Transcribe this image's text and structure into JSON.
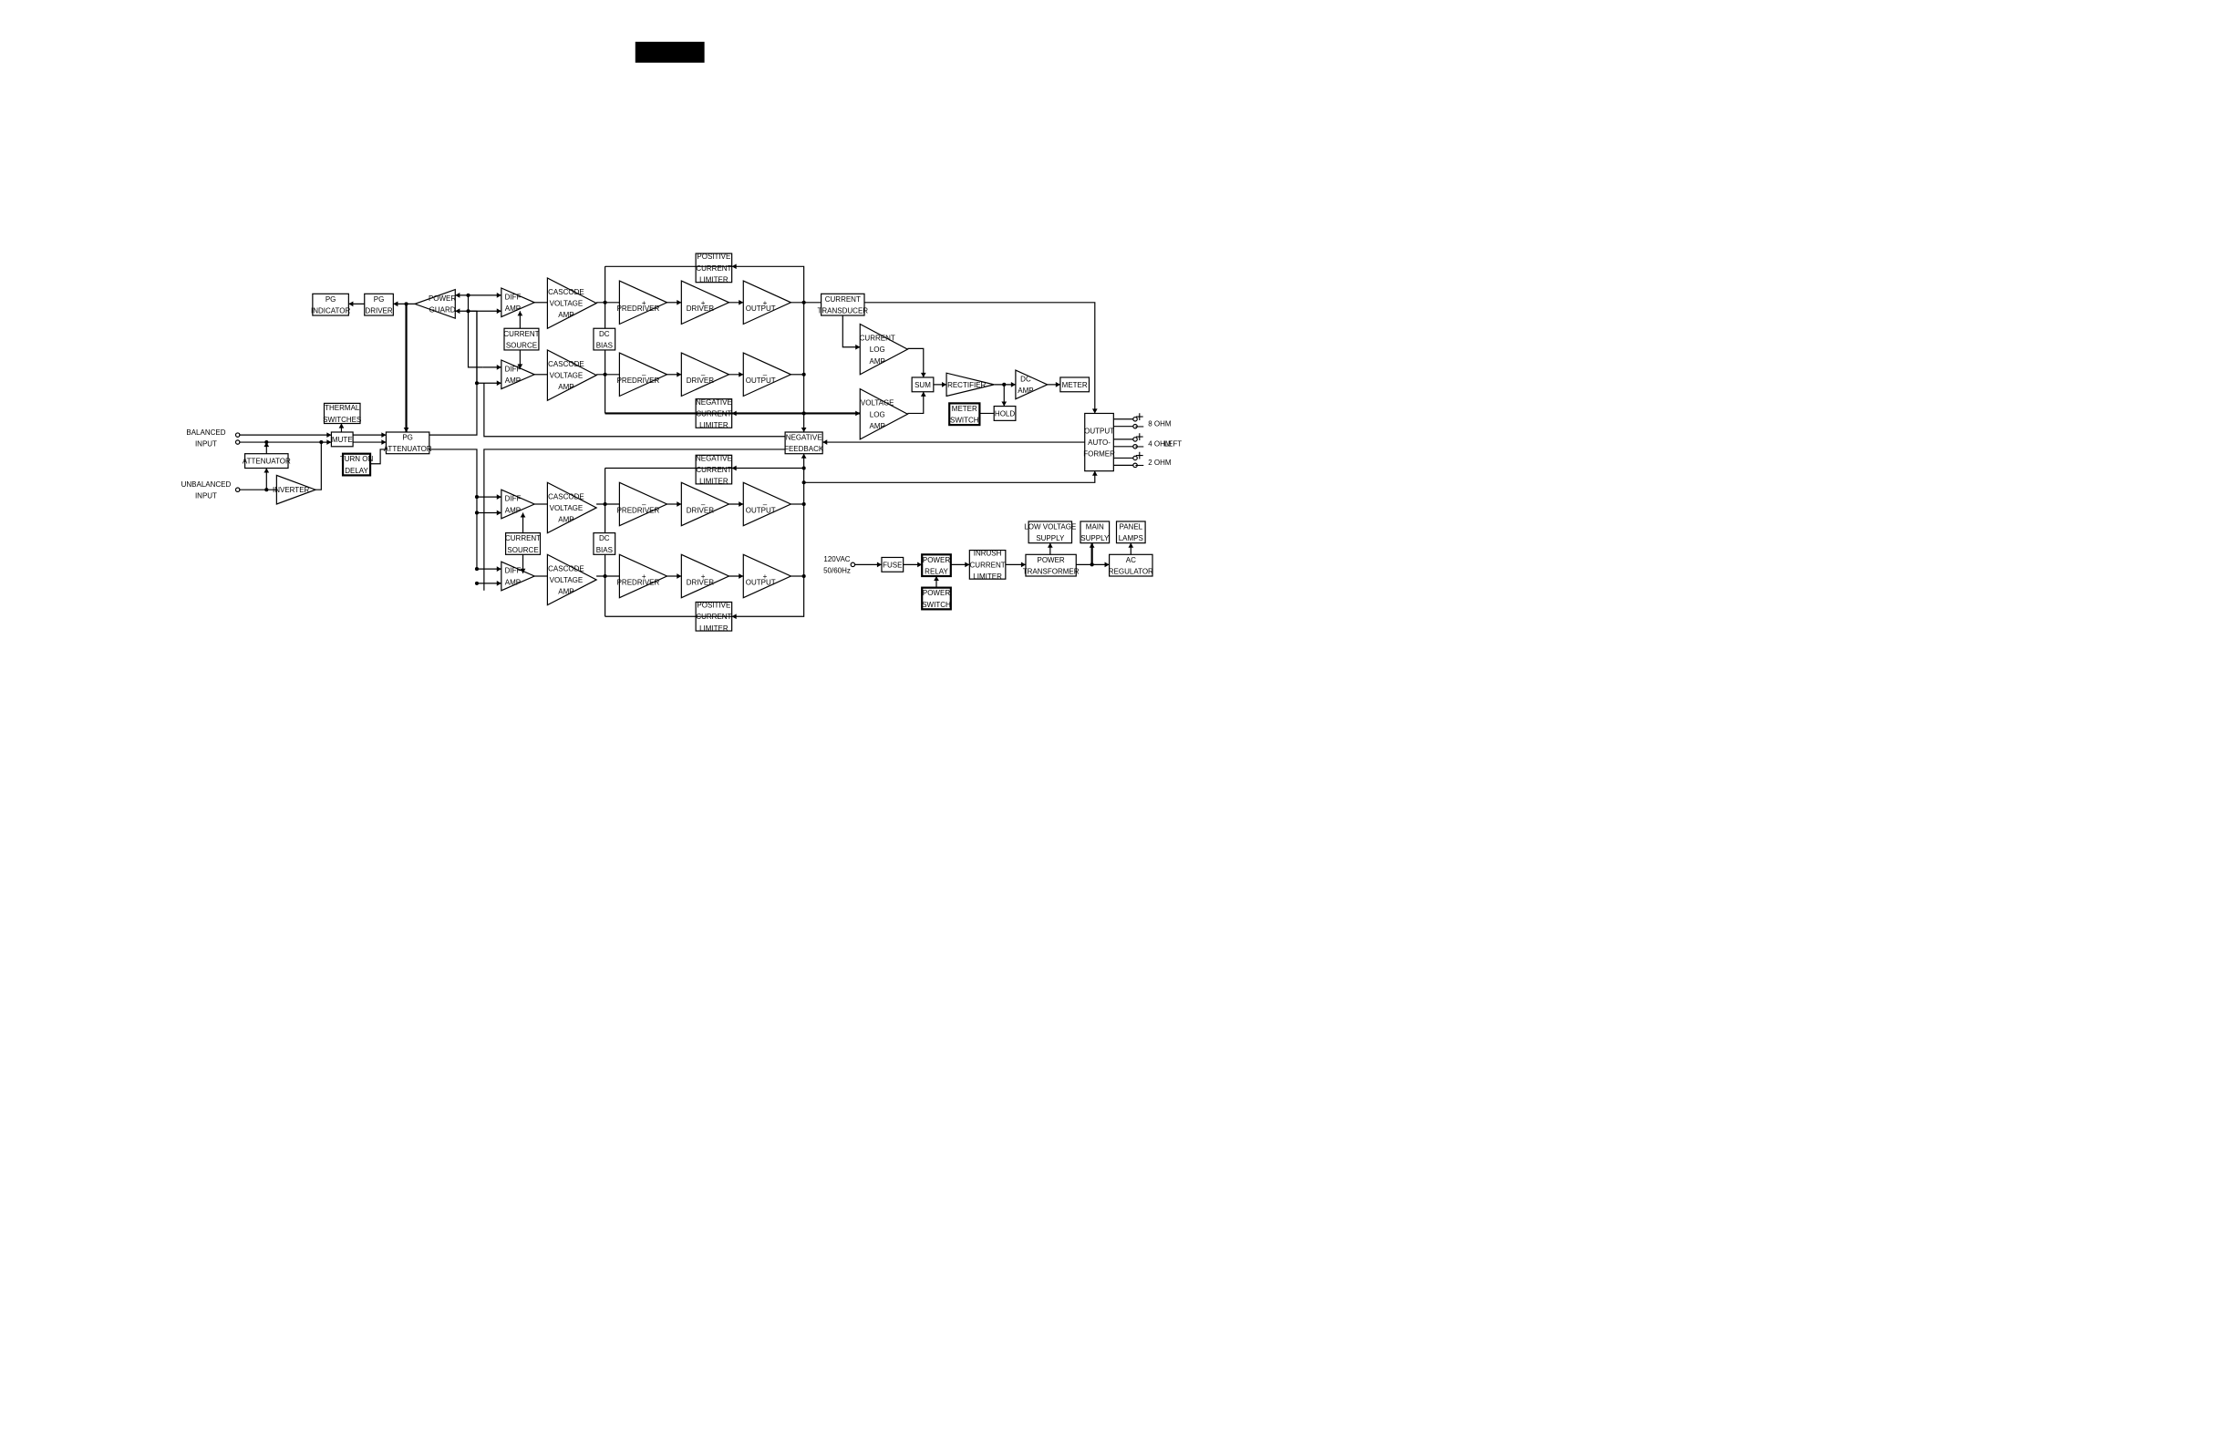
{
  "header_block_color": "#000000",
  "blocks": {
    "pg_indicator": [
      "PG",
      "INDICATOR"
    ],
    "pg_driver": [
      "PG",
      "DRIVER"
    ],
    "power_guard": [
      "POWER",
      "GUARD"
    ],
    "thermal_switches": [
      "THERMAL",
      "SWITCHES"
    ],
    "mute": [
      "MUTE"
    ],
    "pg_attenuator": [
      "PG",
      "ATTENUATOR"
    ],
    "turn_on_delay": [
      "TURN ON",
      "DELAY"
    ],
    "attenuator": [
      "ATTENUATOR"
    ],
    "inverter": [
      "INVERTER"
    ],
    "diff_amp": [
      "DIFF",
      "AMP"
    ],
    "cascode_voltage_amp": [
      "CASCODE",
      "VOLTAGE",
      "AMP"
    ],
    "current_source": [
      "CURRENT",
      "SOURCE"
    ],
    "dc_bias": [
      "DC",
      "BIAS"
    ],
    "predriver": "PREDRIVER",
    "driver": "DRIVER",
    "output": "OUTPUT",
    "positive_current_limiter": [
      "POSITIVE",
      "CURRENT",
      "LIMITER"
    ],
    "negative_current_limiter": [
      "NEGATIVE",
      "CURRENT",
      "LIMITER"
    ],
    "negative_feedback": [
      "NEGATIVE",
      "FEEDBACK"
    ],
    "current_transducer": [
      "CURRENT",
      "TRANSDUCER"
    ],
    "current_log_amp": [
      "CURRENT",
      "LOG",
      "AMP"
    ],
    "voltage_log_amp": [
      "VOLTAGE",
      "LOG",
      "AMP"
    ],
    "sum": [
      "SUM"
    ],
    "rectifier": [
      "RECTIFIER"
    ],
    "dc_amp": [
      "DC",
      "AMP"
    ],
    "meter": [
      "METER"
    ],
    "meter_switch": [
      "METER",
      "SWITCH"
    ],
    "hold": [
      "HOLD"
    ],
    "output_autoformer": [
      "OUTPUT",
      "AUTO-",
      "FORMER"
    ],
    "fuse": [
      "FUSE"
    ],
    "power_relay": [
      "POWER",
      "RELAY"
    ],
    "power_switch": [
      "POWER",
      "SWITCH"
    ],
    "inrush_current_limiter": [
      "INRUSH",
      "CURRENT",
      "LIMITER"
    ],
    "power_transformer": [
      "POWER",
      "TRANSFORMER"
    ],
    "low_voltage_supply": [
      "LOW VOLTAGE",
      "SUPPLY"
    ],
    "main_supply": [
      "MAIN",
      "SUPPLY"
    ],
    "panel_lamps": [
      "PANEL",
      "LAMPS"
    ],
    "ac_regulator": [
      "AC",
      "REGULATOR"
    ]
  },
  "inputs": {
    "balanced": [
      "BALANCED",
      "INPUT"
    ],
    "unbalanced": [
      "UNBALANCED",
      "INPUT"
    ],
    "ac_mains": [
      "120VAC",
      "50/60Hz"
    ]
  },
  "outputs": {
    "ohm8": "8 OHM",
    "ohm4": "4 OHM",
    "ohm2": "2 OHM",
    "channel": "LEFT",
    "plus": "+",
    "minus": "–"
  },
  "polarity": {
    "plus": "+",
    "minus": "–"
  }
}
